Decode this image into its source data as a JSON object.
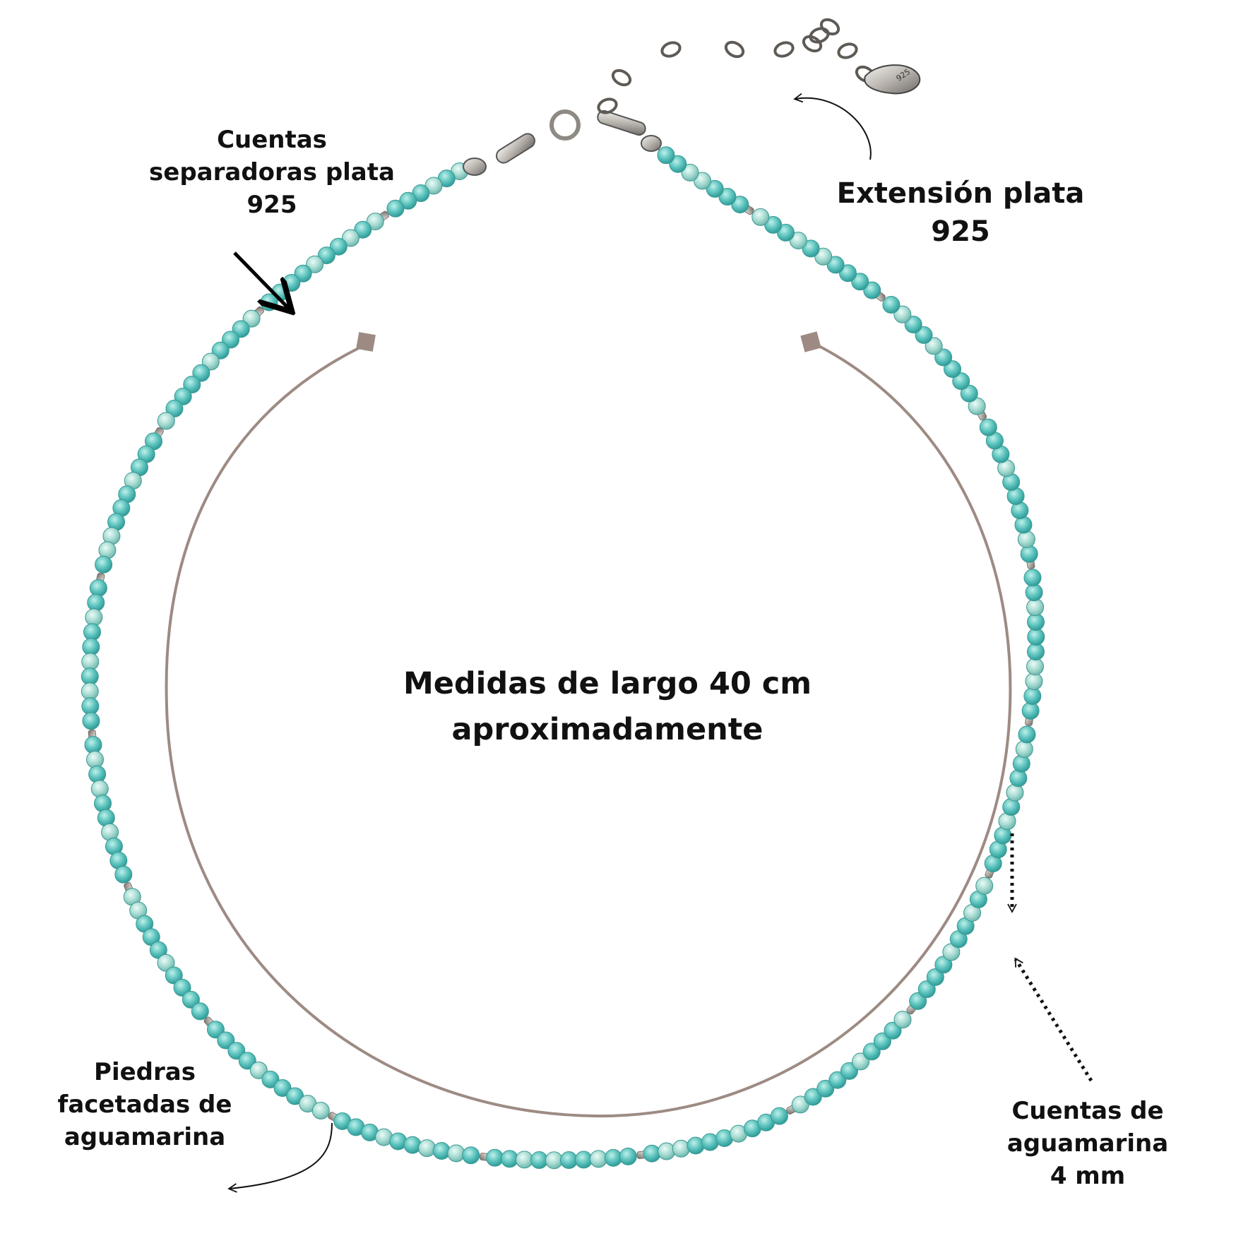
{
  "colors": {
    "background": "#ffffff",
    "bead_turquoise": "#5fc4bf",
    "bead_light": "#a9dcd3",
    "silver": "#c9c5c0",
    "measure_arc": "#9d8b83",
    "text": "#111111"
  },
  "labels": {
    "spacer_beads": [
      "Cuentas",
      "separadoras  plata",
      "925"
    ],
    "extension": [
      "Extensión plata",
      "925"
    ],
    "length": [
      "Medidas de largo 40 cm",
      "aproximadamente"
    ],
    "faceted_stones": [
      "Piedras",
      "facetadas de",
      "aguamarina"
    ],
    "bead_size": [
      "Cuentas de",
      "aguamarina",
      "4 mm"
    ]
  },
  "objects": [
    "aquamarine bead necklace",
    "silver clasp",
    "silver extension chain",
    "pendant tag",
    "silver spacer beads"
  ],
  "pendant_tag_text": "925",
  "icons": [
    "solid-arrow-icon",
    "curved-arrow-icon",
    "dotted-arrow-icon",
    "measure-arc-icon"
  ]
}
